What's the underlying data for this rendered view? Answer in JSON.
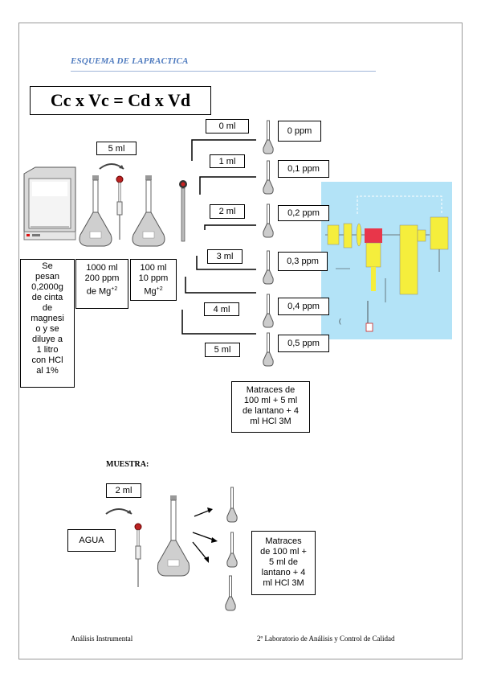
{
  "header": {
    "section_title": "ESQUEMA DE LAPRACTICA"
  },
  "formula": "Cc x Vc = Cd x Vd",
  "calibration": {
    "transfer_volume": "5 ml",
    "stock_solution": {
      "line1": "1000 ml",
      "line2": "200 ppm",
      "line3": "de Mg",
      "sup": "+2"
    },
    "working_solution": {
      "line1": "100 ml",
      "line2": "10 ppm",
      "line3": "Mg",
      "sup": "+2"
    },
    "weighing_note": [
      "Se",
      "pesan",
      "0,2000g",
      "de cinta",
      "de",
      "magnesi",
      "o y se",
      "diluye a",
      "1 litro",
      "con HCl",
      "al 1%"
    ],
    "aliquots": [
      "0 ml",
      "1 ml",
      "2 ml",
      "3 ml",
      "4 ml",
      "5 ml"
    ],
    "standards": [
      "0 ppm",
      "0,1 ppm",
      "0,2 ppm",
      "0,3 ppm",
      "0,4 ppm",
      "0,5 ppm"
    ],
    "flask_note": [
      "Matraces de",
      "100 ml + 5 ml",
      "de lantano + 4",
      "ml HCl 3M"
    ]
  },
  "instrument_colors": {
    "background": "#b3e3f7",
    "yellow": "#f5ee3c",
    "red": "#e8364a"
  },
  "sample": {
    "title": "MUESTRA:",
    "transfer_volume": "2 ml",
    "water": "AGUA",
    "flask_note": [
      "Matraces",
      "de 100 ml +",
      "5 ml de",
      "lantano + 4",
      "ml HCl 3M"
    ]
  },
  "footer": {
    "left": "Análisis Instrumental",
    "right": "2º Laboratorio de Análisis y Control de Calidad"
  }
}
